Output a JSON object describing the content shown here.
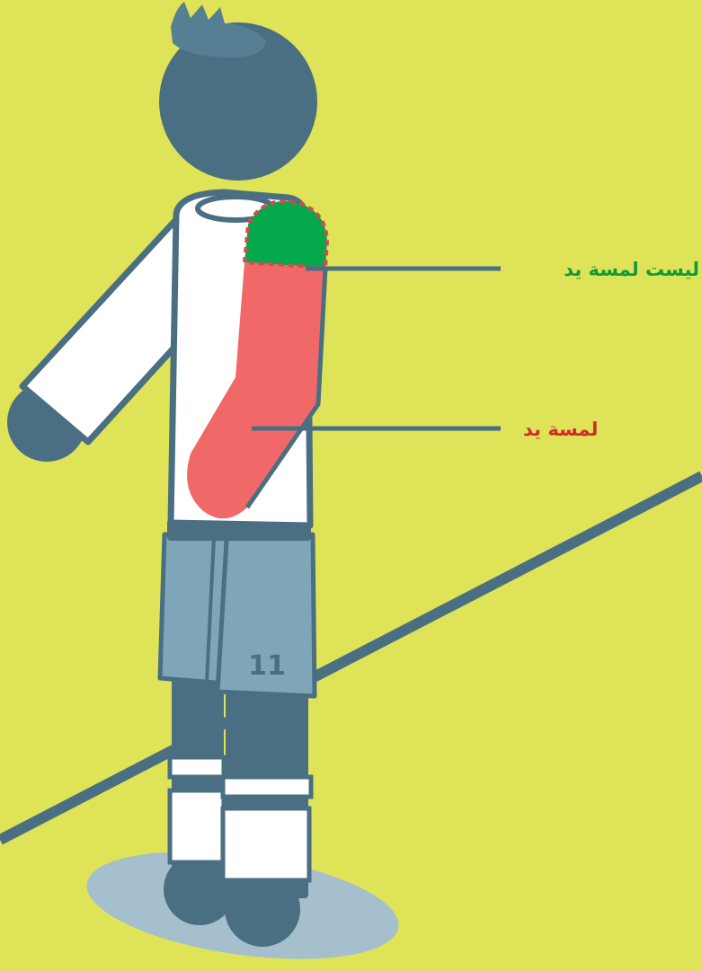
{
  "labels": {
    "not_handball": {
      "text": "ليست لمسة يد",
      "color": "#109a3a"
    },
    "handball": {
      "text": "لمسة يد",
      "color": "#d52b2b"
    }
  },
  "player": {
    "shorts_number": "11"
  },
  "colors": {
    "background": "#dfe357",
    "outline": "#4a6f82",
    "jersey": "#ffffff",
    "shorts": "#7fa5b9",
    "shadow": "#a5bfcd",
    "handball_zone": "#f06868",
    "not_handball_zone": "#06a84c",
    "zone_border": "#d9474f"
  }
}
